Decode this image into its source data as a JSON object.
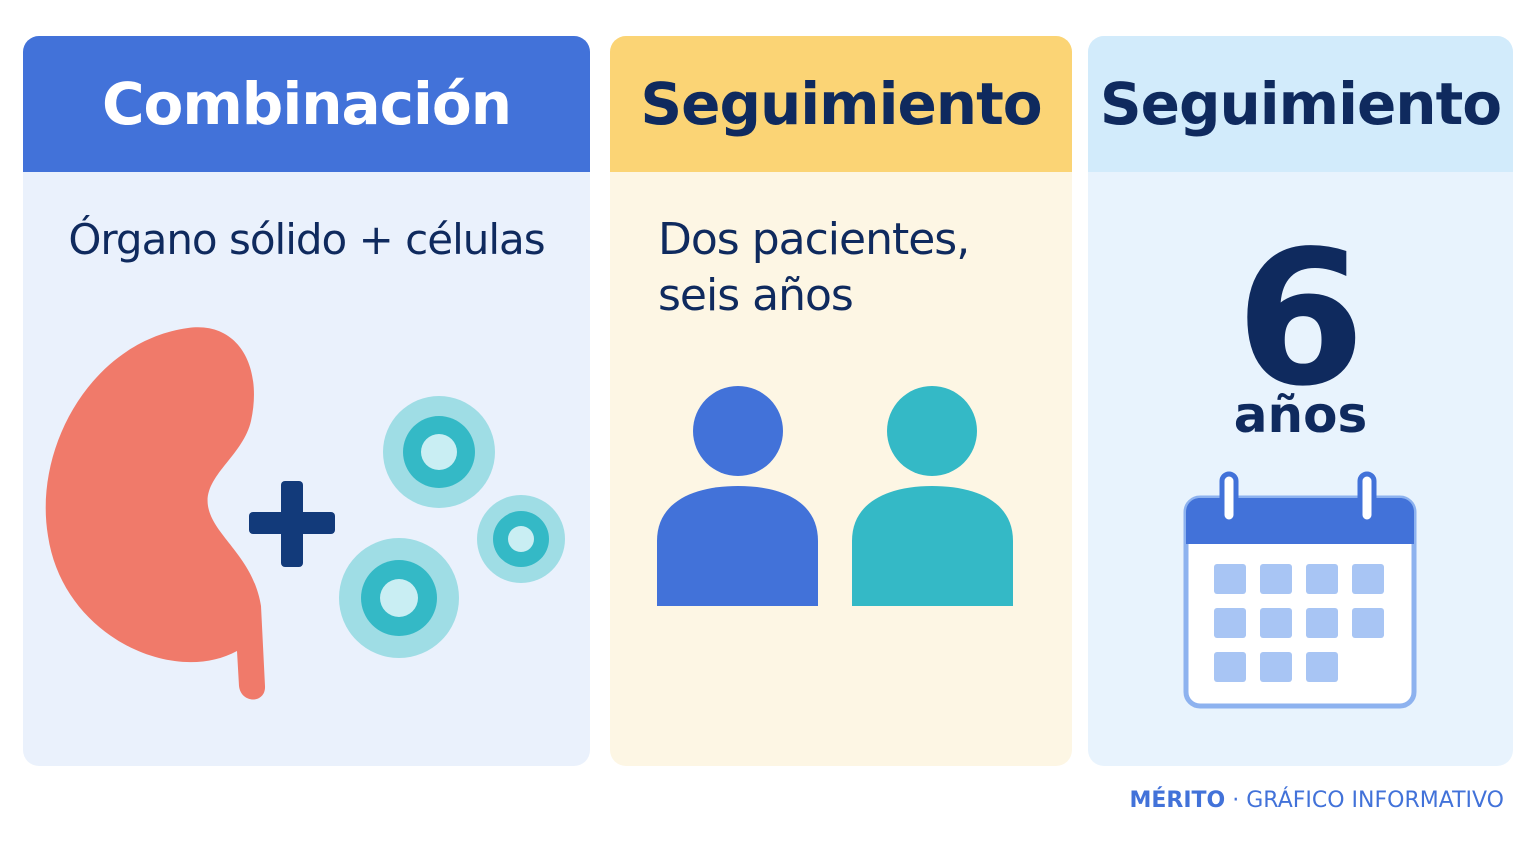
{
  "cards": [
    {
      "header": "Combinación",
      "subtitle": "Órgano sólido + células"
    },
    {
      "header": "Seguimiento",
      "subtitle_lines": [
        "Dos pacientes,",
        "seis años"
      ]
    },
    {
      "header": "Seguimiento",
      "number": "6",
      "unit": "años"
    }
  ],
  "footer": {
    "brand": "MÉRITO",
    "separator": " · ",
    "label": "GRÁFICO INFORMATIVO"
  },
  "colors": {
    "blue": "#4272d9",
    "navy": "#0f2a5e",
    "yellow": "#fbd475",
    "teal": "#34b9c6",
    "kidney": "#f07a6a"
  },
  "icons": [
    "kidney-icon",
    "plus-icon",
    "cell-icon",
    "person-icon",
    "calendar-icon"
  ]
}
